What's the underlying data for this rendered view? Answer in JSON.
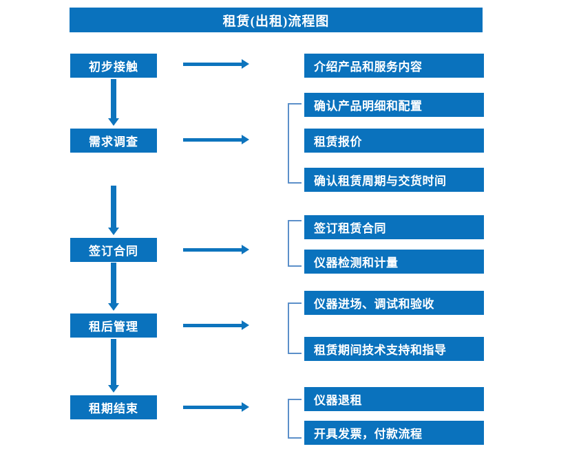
{
  "diagram": {
    "title": "租赁(出租)流程图",
    "accent_color": "#0a72bd",
    "bracket_color": "#5b8fc9",
    "arrow_color": "#0d74bd",
    "text_color": "#ffffff",
    "background": "#ffffff",
    "stages": [
      {
        "id": "stage-1",
        "label": "初步接触",
        "details": [
          "介绍产品和服务内容"
        ],
        "has_bracket": false
      },
      {
        "id": "stage-2",
        "label": "需求调查",
        "details": [
          "确认产品明细和配置",
          "租赁报价",
          "确认租赁周期与交货时间"
        ],
        "has_bracket": true
      },
      {
        "id": "stage-3",
        "label": "签订合同",
        "details": [
          "签订租赁合同",
          "仪器检测和计量"
        ],
        "has_bracket": true
      },
      {
        "id": "stage-4",
        "label": "租后管理",
        "details": [
          "仪器进场、调试和验收",
          "租赁期间技术支持和指导"
        ],
        "has_bracket": true
      },
      {
        "id": "stage-5",
        "label": "租期结束",
        "details": [
          "仪器退租",
          "开具发票，付款流程"
        ],
        "has_bracket": true
      }
    ]
  }
}
